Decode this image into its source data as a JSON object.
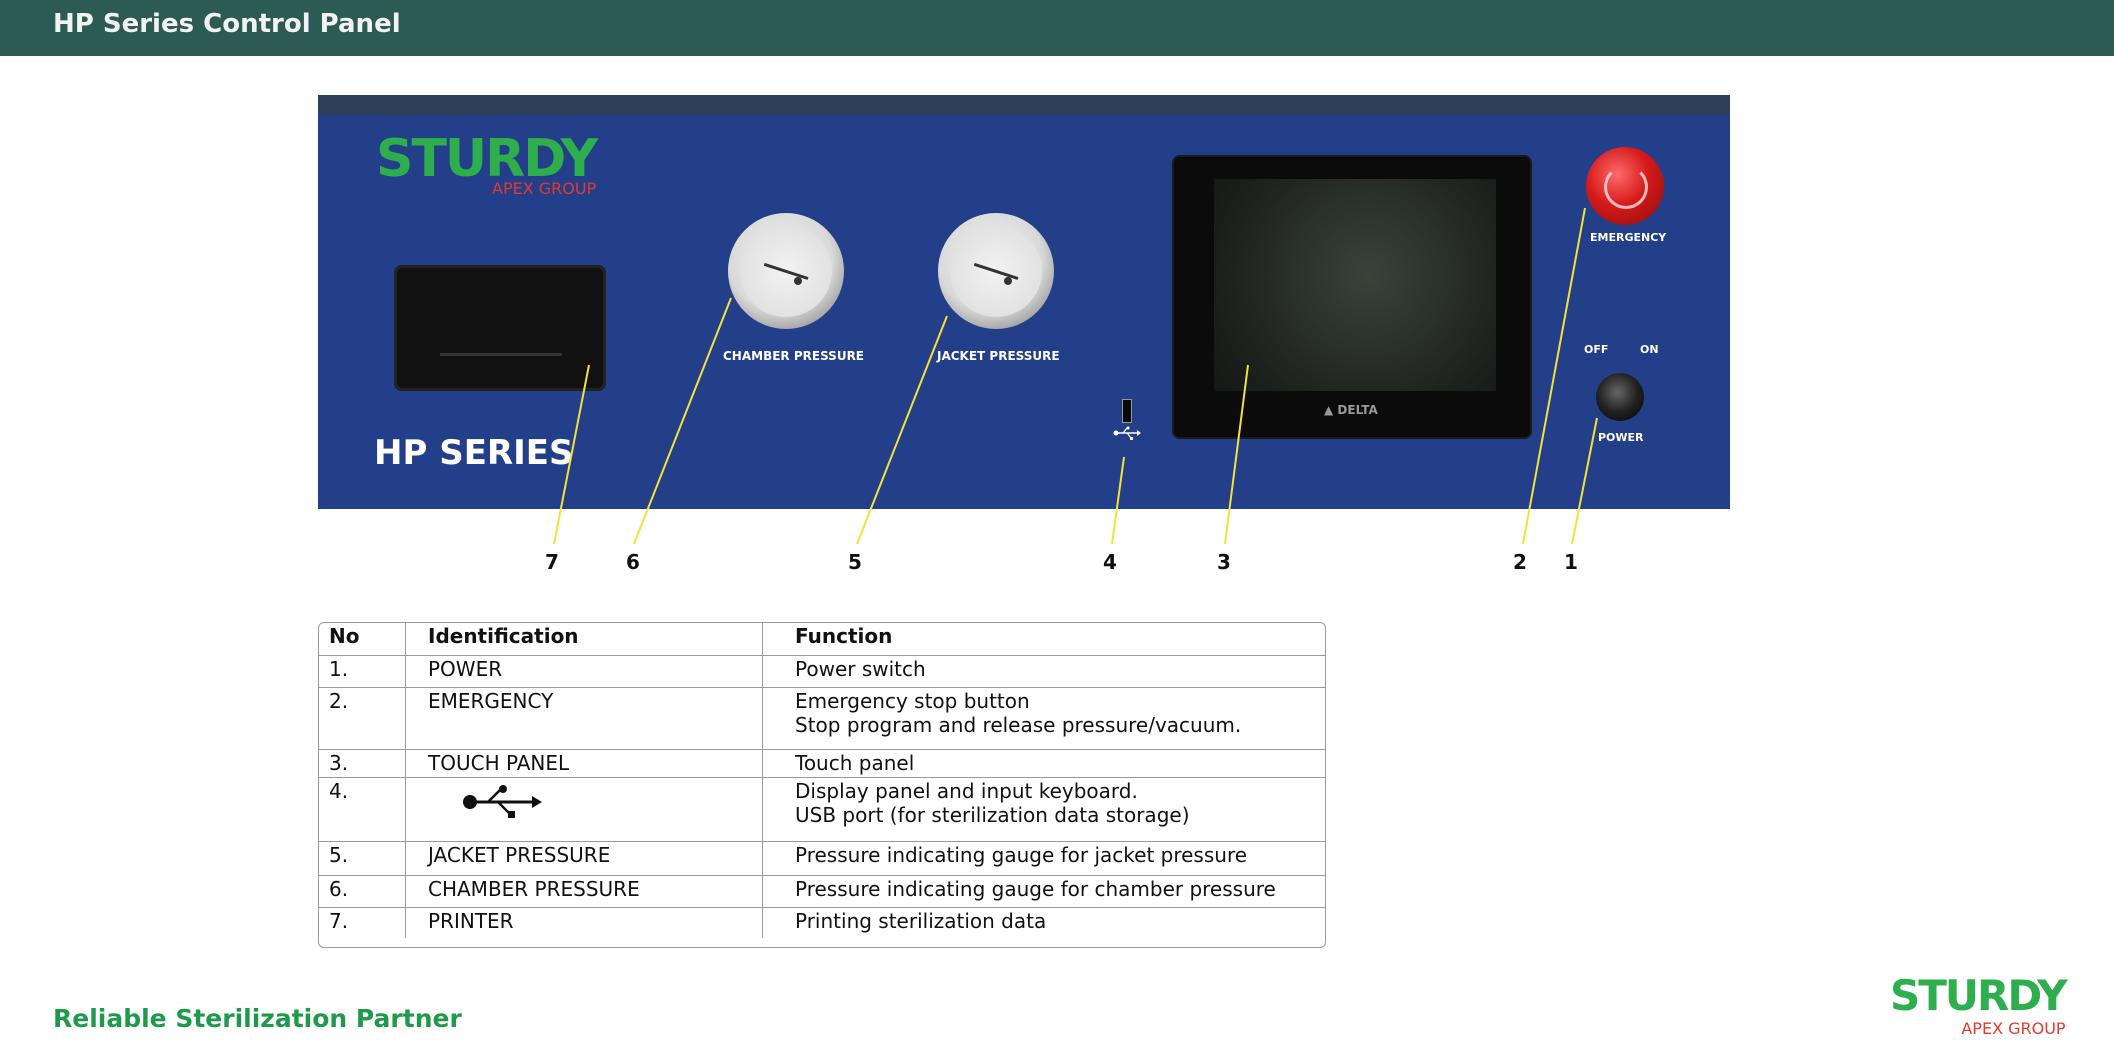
{
  "header": {
    "title": "HP Series Control Panel"
  },
  "panel": {
    "brand_name": "STURDY",
    "brand_sub": "APEX GROUP",
    "series_title": "HP SERIES",
    "chamber_gauge_label": "CHAMBER PRESSURE",
    "jacket_gauge_label": "JACKET PRESSURE",
    "emergency_label": "EMERGENCY",
    "off_label": "OFF",
    "on_label": "ON",
    "power_label": "POWER",
    "screen_brand": "▲ DELTA"
  },
  "callouts": [
    "7",
    "6",
    "5",
    "4",
    "3",
    "2",
    "1"
  ],
  "table": {
    "headers": {
      "no": "No",
      "identification": "Identification",
      "function": "Function"
    },
    "rows": [
      {
        "no": "1.",
        "id": "POWER",
        "fn1": "Power switch",
        "fn2": ""
      },
      {
        "no": "2.",
        "id": "EMERGENCY",
        "fn1": "Emergency stop button",
        "fn2": "Stop program and release pressure/vacuum."
      },
      {
        "no": "3.",
        "id": "TOUCH PANEL",
        "fn1": "Touch panel",
        "fn2": ""
      },
      {
        "no": "4.",
        "id": "",
        "fn1": "Display panel and input keyboard.",
        "fn2": "USB port (for sterilization data storage)"
      },
      {
        "no": "5.",
        "id": "JACKET PRESSURE",
        "fn1": "Pressure indicating gauge for jacket pressure",
        "fn2": ""
      },
      {
        "no": "6.",
        "id": "CHAMBER PRESSURE",
        "fn1": "Pressure indicating gauge for chamber pressure",
        "fn2": ""
      },
      {
        "no": "7.",
        "id": "PRINTER",
        "fn1": "Printing sterilization data",
        "fn2": ""
      }
    ]
  },
  "footer": {
    "slogan": "Reliable Sterilization Partner",
    "brand_name": "STURDY",
    "brand_sub": "APEX GROUP"
  },
  "colors": {
    "header_bg": "#2b5b52",
    "panel_bg": "#233f8a",
    "brand_green": "#2fae4e",
    "brand_red": "#e23a2d",
    "leader_yellow": "#f4e23a"
  },
  "icons": {
    "usb": "usb-icon"
  }
}
